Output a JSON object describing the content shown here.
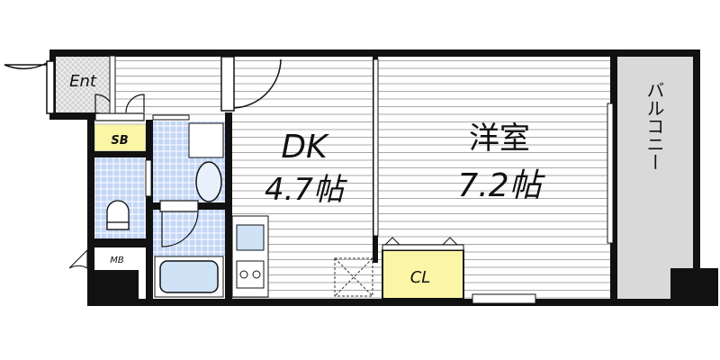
{
  "floorplan": {
    "rooms": {
      "entrance": {
        "label": "Ent"
      },
      "shoe_box": {
        "label": "SB"
      },
      "meter_box": {
        "label": "MB"
      },
      "dining_kitchen": {
        "label": "DK",
        "size": "4.7帖"
      },
      "western_room": {
        "label": "洋室",
        "size": "7.2帖"
      },
      "closet": {
        "label": "CL"
      },
      "balcony": {
        "label": "バルコニー"
      }
    },
    "colors": {
      "wall": "#111111",
      "storage": "#fbf5a6",
      "tile": "#c9dcf7",
      "balcony": "#d9d9d9",
      "floor_line": "#9a9a9a"
    }
  }
}
